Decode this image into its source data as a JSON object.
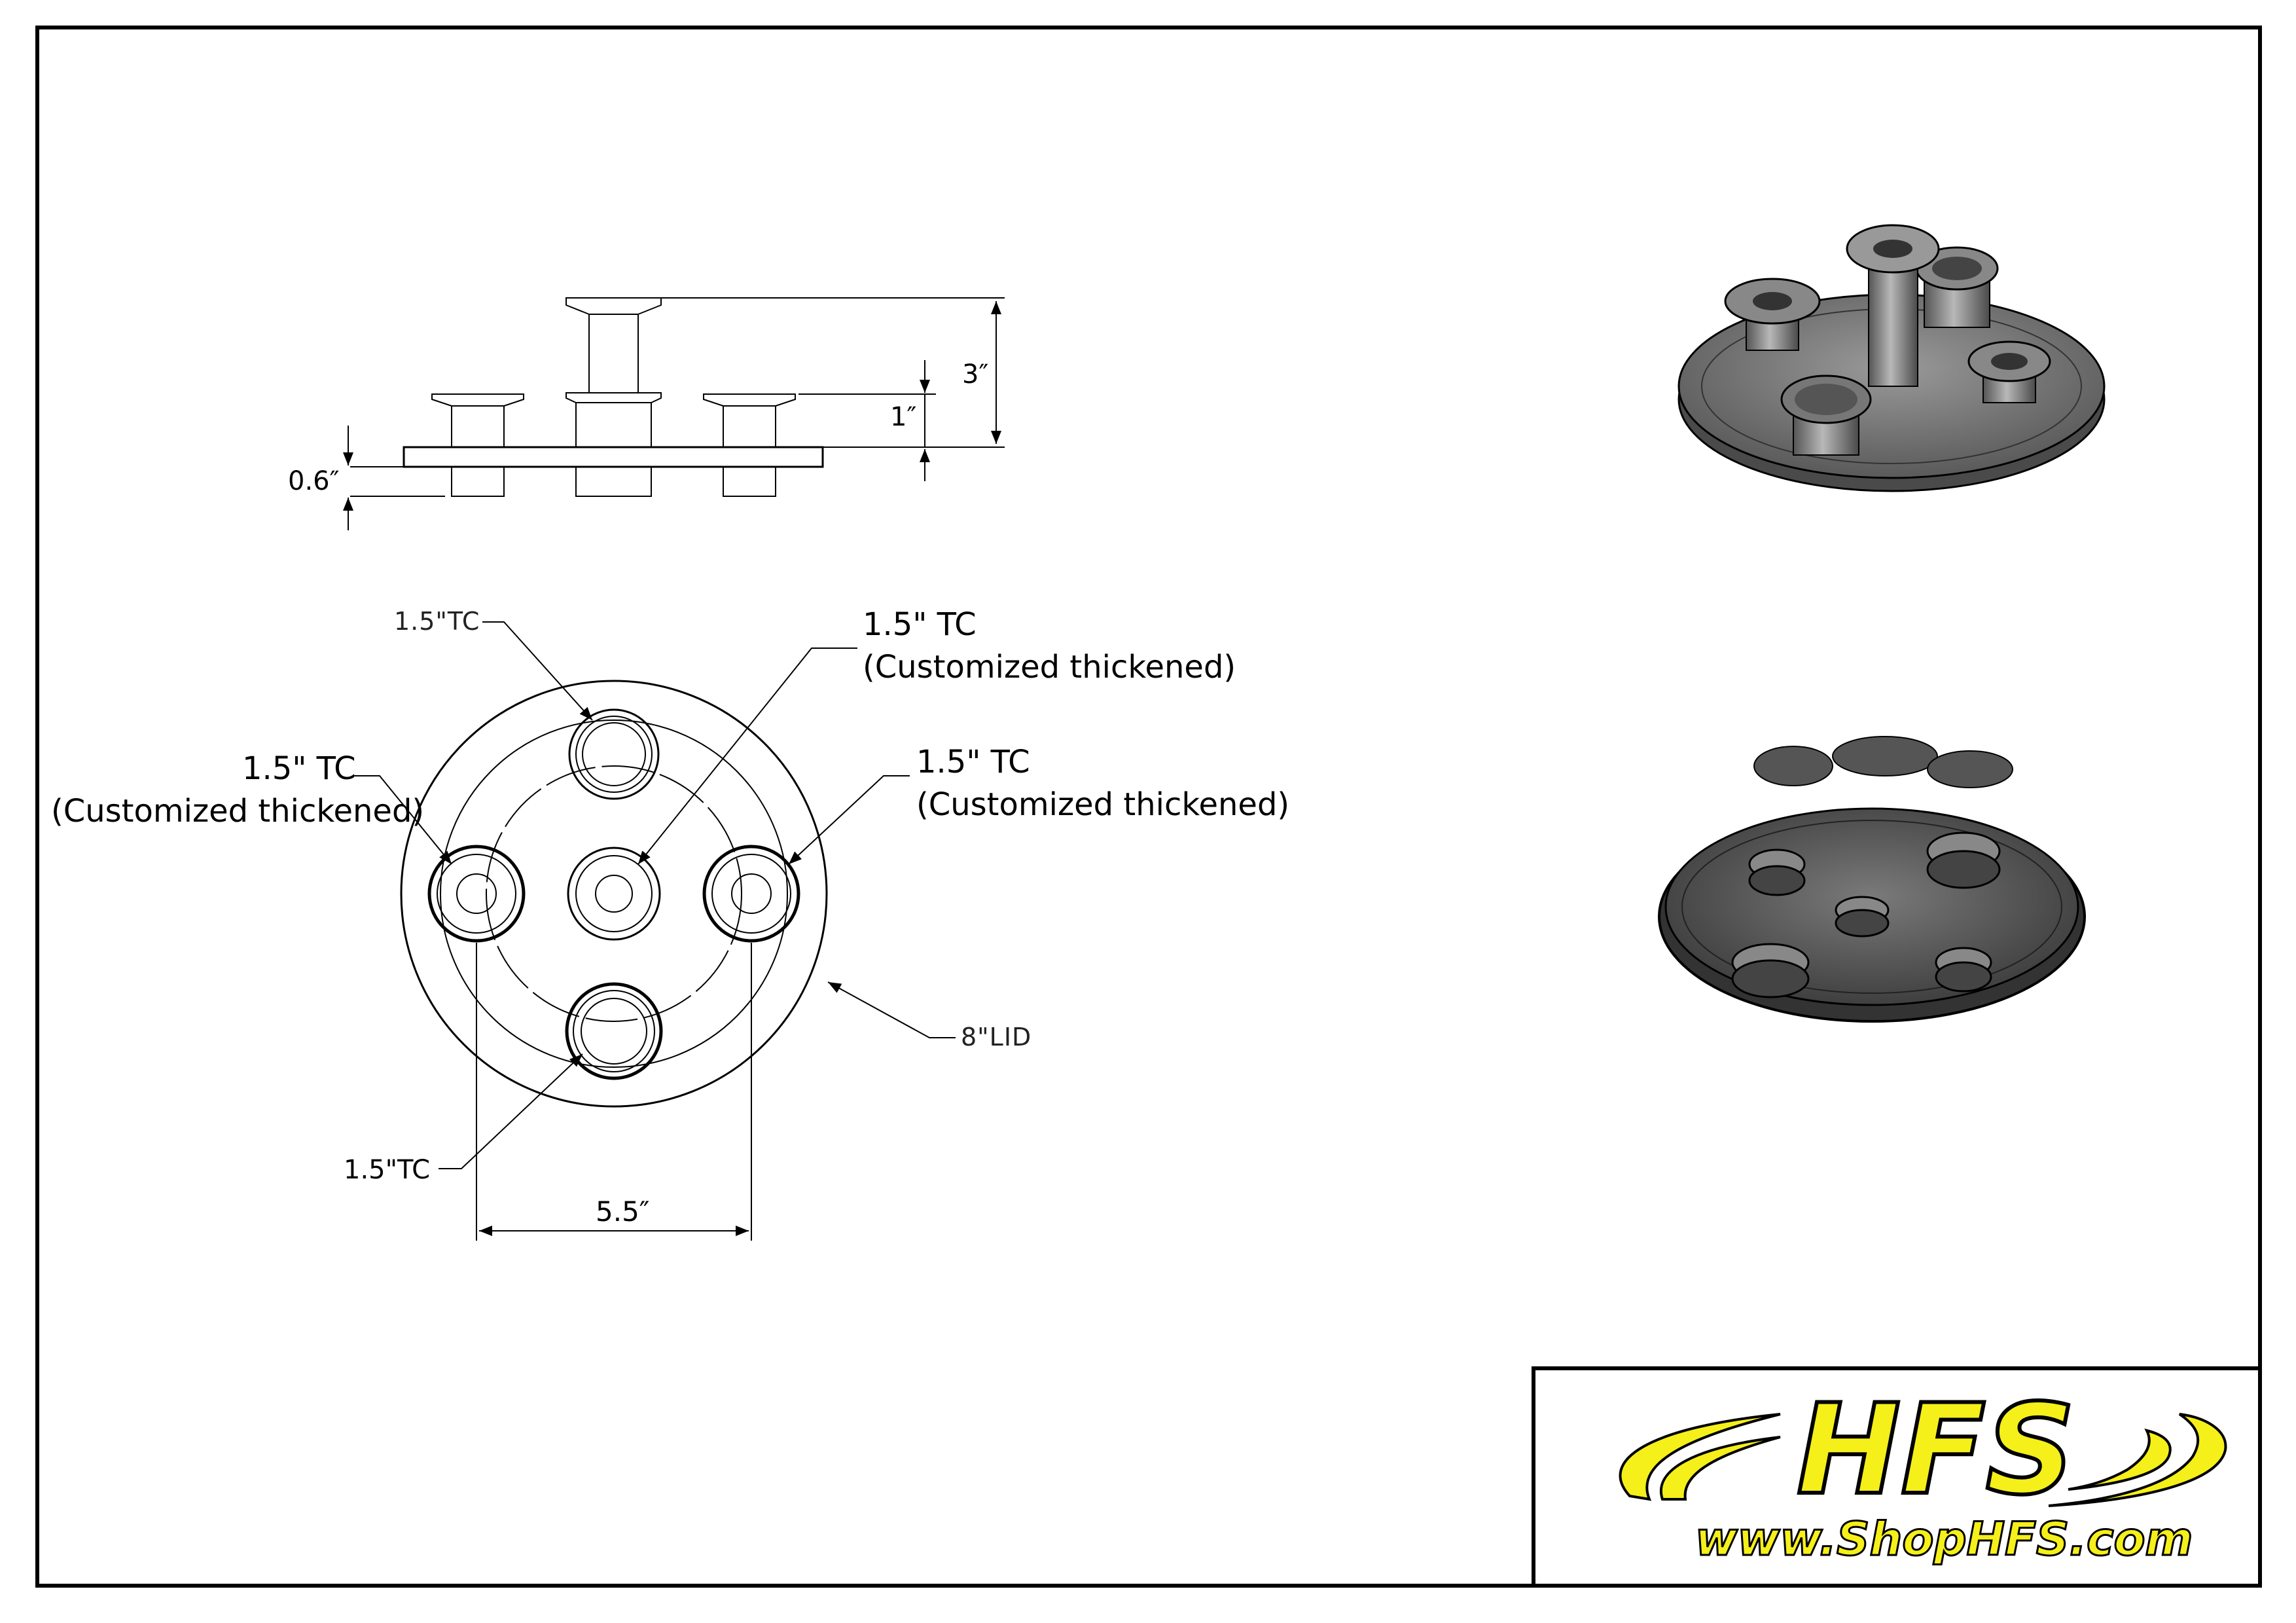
{
  "drawing": {
    "side_view": {
      "dim_height_total": "3″",
      "dim_height_port": "1″",
      "dim_lid_thickness": "0.6″"
    },
    "top_view": {
      "callout_top_port": "1.5\"TC",
      "callout_center_line1": "1.5\" TC",
      "callout_center_line2": "(Customized thickened)",
      "callout_left_line1": "1.5\" TC",
      "callout_left_line2": "(Customized thickened)",
      "callout_right_line1": "1.5\" TC",
      "callout_right_line2": "(Customized thickened)",
      "callout_lid": "8\"LID",
      "callout_bottom_port": "1.5\"TC",
      "dim_spacing": "5.5″"
    }
  },
  "title_block": {
    "logo_text": "HFS",
    "website": "www.ShopHFS.com",
    "colors": {
      "logo_yellow": "#f5ef1a",
      "logo_outline": "#000000"
    }
  }
}
